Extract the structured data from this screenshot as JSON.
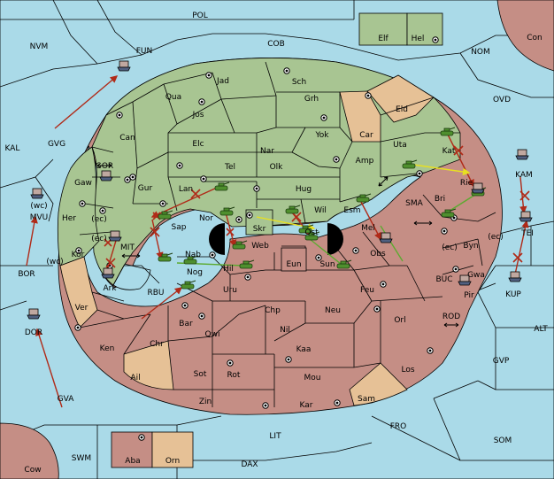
{
  "colors": {
    "sea": "#aadae8",
    "green": "#a8c592",
    "red": "#c58e85",
    "tan": "#e6c196",
    "order_move": "#b02a18",
    "order_support": "#e8e020",
    "order_hold": "#5caa30"
  },
  "sea_labels": [
    "POL",
    "NVM",
    "FUN",
    "COB",
    "NOM",
    "Con",
    "OVD",
    "KAL",
    "GVG",
    "GOR",
    "KAM",
    "MVU",
    "(wc)",
    "SMA",
    "BOR",
    "MIT",
    "(ec)",
    "(wc)",
    "BUC",
    "(ec)",
    "TEI",
    "KUP",
    "RBU",
    "ROD",
    "ALT",
    "DOR",
    "GVP",
    "GVA",
    "FRO",
    "SOM",
    "LIT",
    "SWM",
    "DAX",
    "Cow",
    "Elf",
    "Hel",
    "Aba",
    "Orn"
  ],
  "provinces": {
    "jad": "Jad",
    "sch": "Sch",
    "qua": "Qua",
    "jos": "Jos",
    "grh": "Grh",
    "eld": "Eld",
    "can": "Can",
    "car": "Car",
    "yok": "Yok",
    "uta": "Uta",
    "elc": "Elc",
    "nar": "Nar",
    "kat": "Kat",
    "tel": "Tel",
    "olk": "Olk",
    "amp": "Amp",
    "gur": "Gur",
    "lan": "Lan",
    "hug": "Hug",
    "rie": "Rie",
    "gaw": "Gaw",
    "bri": "Bri",
    "her": "Her",
    "nor": "Nor",
    "skr": "Skr",
    "wil": "Wil",
    "esm": "Esm",
    "sap": "Sap",
    "mel": "Mel",
    "kor": "Kor",
    "nab": "Nab",
    "web": "Web",
    "ost": "Ost",
    "byn": "Byn",
    "eun": "Eun",
    "sun": "Sun",
    "obs": "Obs",
    "hil": "Hil",
    "nog": "Nog",
    "gwa": "Gwa",
    "ark": "Ark",
    "ver": "Ver",
    "uru": "Uru",
    "feu": "Feu",
    "pir": "Pir",
    "bar": "Bar",
    "chp": "Chp",
    "neu": "Neu",
    "qwi": "Qwi",
    "nil": "Nil",
    "orl": "Orl",
    "ken": "Ken",
    "chr": "Chr",
    "kaa": "Kaa",
    "ail": "Ail",
    "sot": "Sot",
    "rot": "Rot",
    "mou": "Mou",
    "los": "Los",
    "zin": "Zin",
    "kar": "Kar",
    "sam": "Sam",
    "wc1": "(wc)",
    "ec1": "(ec)",
    "wc2": "(wc)",
    "ec2": "(ec)",
    "ec3": "(ec)"
  }
}
